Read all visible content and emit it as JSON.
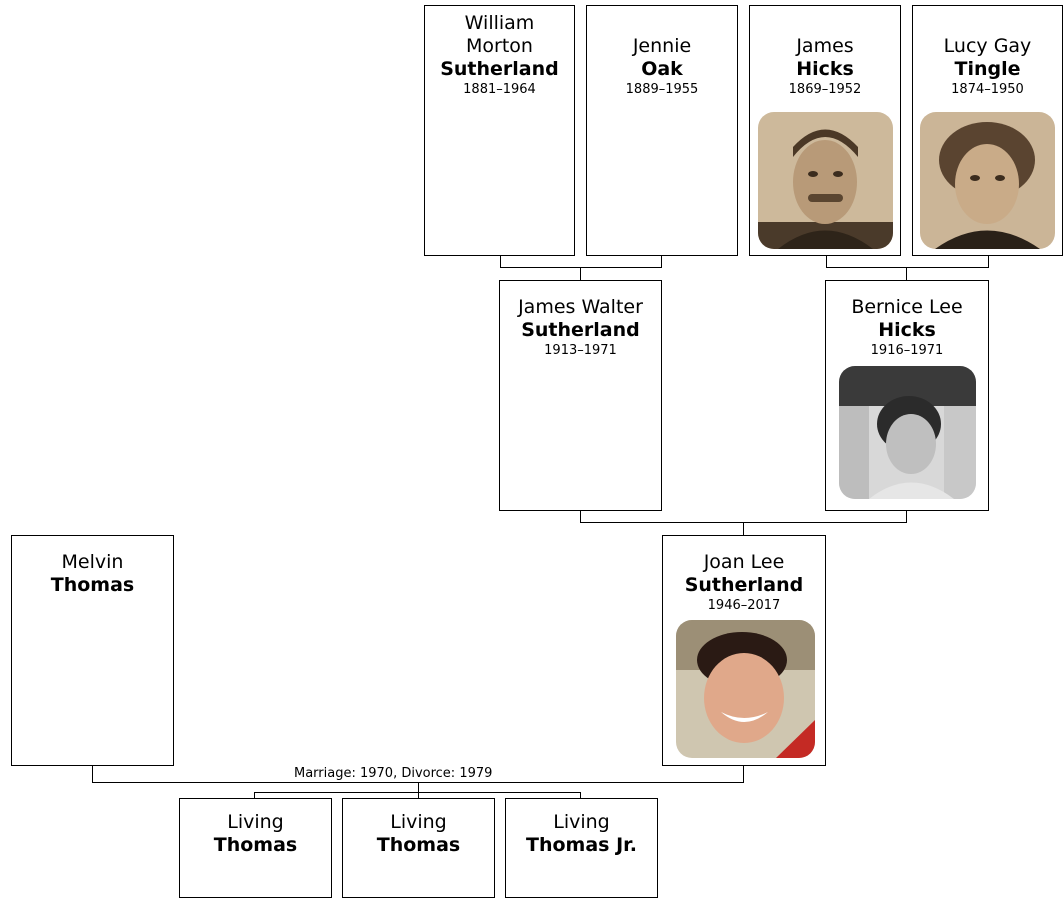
{
  "people": {
    "william": {
      "given": "William Morton",
      "surname": "Sutherland",
      "dates": "1881–1964"
    },
    "jennie": {
      "given": "Jennie",
      "surname": "Oak",
      "dates": "1889–1955"
    },
    "james_h": {
      "given": "James",
      "surname": "Hicks",
      "dates": "1869–1952",
      "photo": "portrait-of-james-hicks"
    },
    "lucy": {
      "given": "Lucy Gay",
      "surname": "Tingle",
      "dates": "1874–1950",
      "photo": "portrait-of-lucy-gay-tingle"
    },
    "james_walter": {
      "given": "James Walter",
      "surname": "Sutherland",
      "dates": "1913–1971"
    },
    "bernice": {
      "given": "Bernice Lee",
      "surname": "Hicks",
      "dates": "1916–1971",
      "photo": "portrait-of-bernice-lee-hicks"
    },
    "joan": {
      "given": "Joan Lee",
      "surname": "Sutherland",
      "dates": "1946–2017",
      "photo": "portrait-of-joan-lee-sutherland"
    },
    "melvin": {
      "given": "Melvin",
      "surname": "Thomas",
      "dates": ""
    },
    "child1": {
      "given": "Living",
      "surname": "Thomas",
      "dates": ""
    },
    "child2": {
      "given": "Living",
      "surname": "Thomas",
      "dates": ""
    },
    "child3": {
      "given": "Living",
      "surname": "Thomas Jr.",
      "dates": ""
    }
  },
  "marriage_label": "Marriage: 1970, Divorce: 1979",
  "colors": {
    "line": "#000000",
    "box_border": "#000000",
    "sepia_bg": "#c9b79a"
  }
}
